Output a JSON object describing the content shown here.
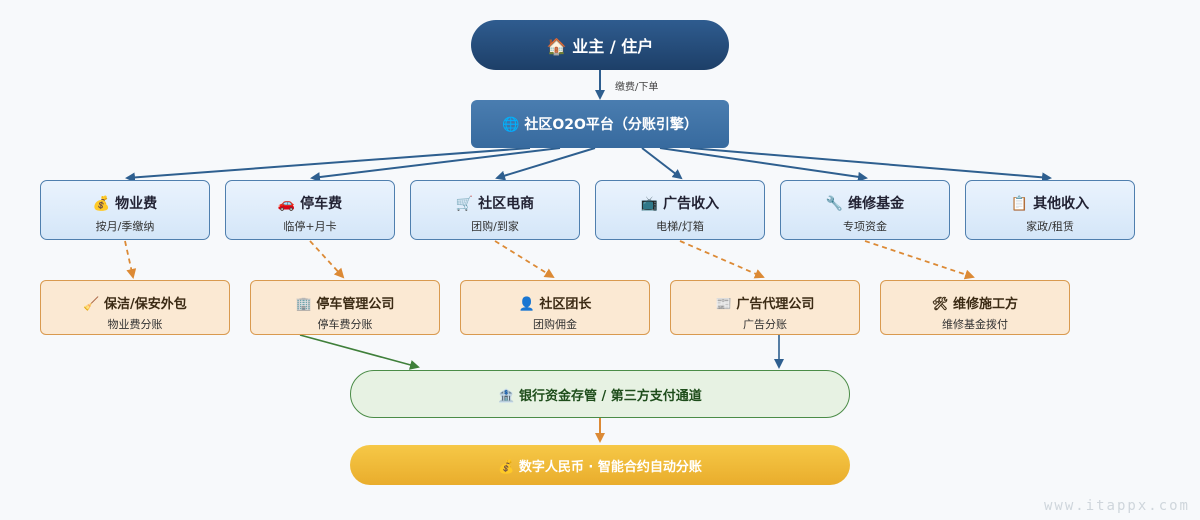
{
  "owner": {
    "icon": "🏠",
    "label": "业主 / 住户"
  },
  "pay_label": "缴费/下单",
  "platform": {
    "icon": "🌐",
    "label": "社区O2O平台（分账引擎）"
  },
  "income": [
    {
      "icon": "💰",
      "title": "物业费",
      "sub": "按月/季缴纳"
    },
    {
      "icon": "🚗",
      "title": "停车费",
      "sub": "临停+月卡"
    },
    {
      "icon": "🛒",
      "title": "社区电商",
      "sub": "团购/到家"
    },
    {
      "icon": "📺",
      "title": "广告收入",
      "sub": "电梯/灯箱"
    },
    {
      "icon": "🔧",
      "title": "维修基金",
      "sub": "专项资金"
    },
    {
      "icon": "📋",
      "title": "其他收入",
      "sub": "家政/租赁"
    }
  ],
  "partners": [
    {
      "icon": "🧹",
      "title": "保洁/保安外包",
      "sub": "物业费分账"
    },
    {
      "icon": "🏢",
      "title": "停车管理公司",
      "sub": "停车费分账"
    },
    {
      "icon": "👤",
      "title": "社区团长",
      "sub": "团购佣金"
    },
    {
      "icon": "📰",
      "title": "广告代理公司",
      "sub": "广告分账"
    },
    {
      "icon": "🛠",
      "title": "维修施工方",
      "sub": "维修基金拨付"
    }
  ],
  "bank": {
    "icon": "🏦",
    "label": "银行资金存管 / 第三方支付通道"
  },
  "digital": {
    "icon": "💰",
    "label": "数字人民币 · 智能合约自动分账"
  },
  "watermark": "www.itappx.com"
}
